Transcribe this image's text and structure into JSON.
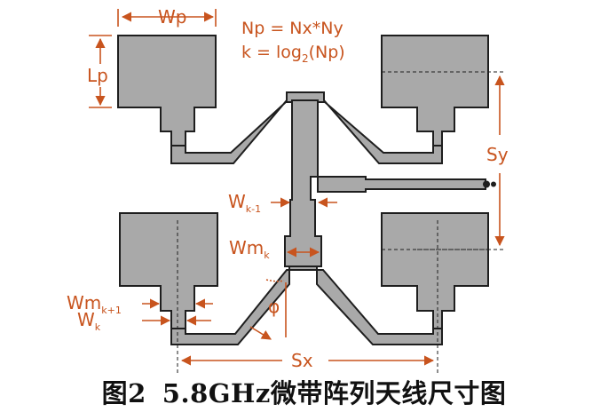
{
  "formula": {
    "line1": "Np = Nx*Ny",
    "line2_prefix": "k = log",
    "line2_sub": "2",
    "line2_suffix": "(Np)"
  },
  "labels": {
    "wp": "Wp",
    "lp": "Lp",
    "sy": "Sy",
    "sx": "Sx",
    "wk1_main": "W",
    "wk1_sub": "k-1",
    "wmk_main": "Wm",
    "wmk_sub": "k",
    "phi": "φ",
    "wmk1_main": "Wm",
    "wmk1_sub": "k+1",
    "wk_main": "W",
    "wk_sub": "k"
  },
  "caption": {
    "number": "图2",
    "text": "5.8GHz微带阵列天线尺寸图"
  },
  "colors": {
    "metal_fill": "#a9a9a9",
    "outline": "#1e1e1e",
    "dimension": "#c8541e",
    "caption": "#111111"
  }
}
